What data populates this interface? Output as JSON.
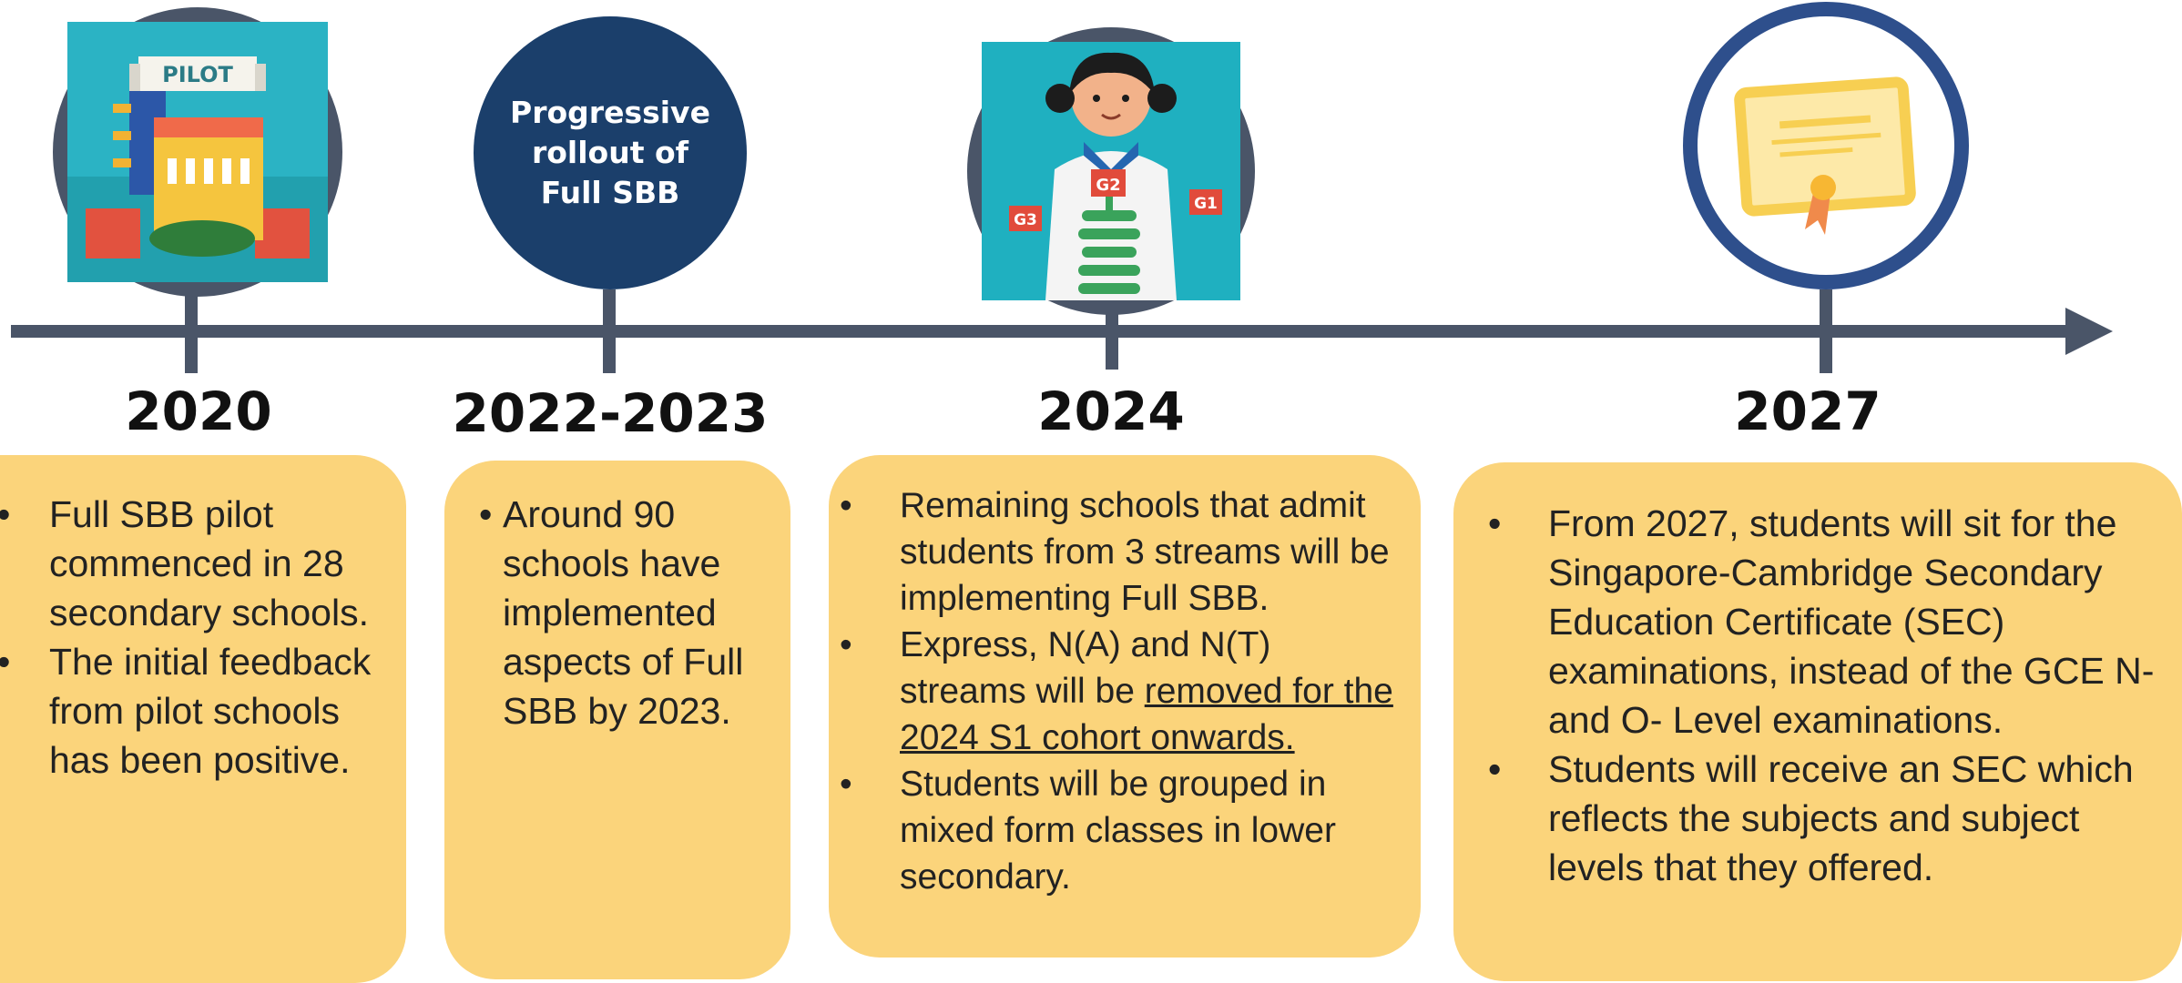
{
  "colors": {
    "axis": "#4a5568",
    "box": "#fbd47b",
    "navy": "#1b3f6b",
    "ring_blue": "#2e4f8c"
  },
  "milestones": [
    {
      "year": "2020",
      "icon": "pilot-school-icon",
      "badge": "PILOT",
      "bullets": [
        "Full SBB pilot commenced in 28 secondary schools.",
        "The initial feedback from pilot schools has been positive."
      ]
    },
    {
      "year": "2022-2023",
      "circle_text": "Progressive rollout of Full SBB",
      "bullets": [
        "Around 90 schools have implemented aspects of Full SBB by 2023."
      ]
    },
    {
      "year": "2024",
      "icon": "student-with-books-icon",
      "book_labels": [
        "G2",
        "G3",
        "G1"
      ],
      "bullets": [
        "Remaining schools that admit students from 3 streams will be implementing Full SBB."
      ],
      "bullet2_text": "Express, N(A) and N(T) streams will be ",
      "bullet2_underlined": "removed for the 2024 S1 cohort onwards.",
      "bullet3": "Students will be grouped in mixed form classes in lower secondary."
    },
    {
      "year": "2027",
      "icon": "certificate-icon",
      "bullets": [
        "From 2027, students will sit for the Singapore-Cambridge Secondary Education Certificate (SEC) examinations, instead of the GCE N- and O- Level examinations.",
        "Students will receive an SEC which reflects the subjects and subject levels that they offered."
      ]
    }
  ]
}
